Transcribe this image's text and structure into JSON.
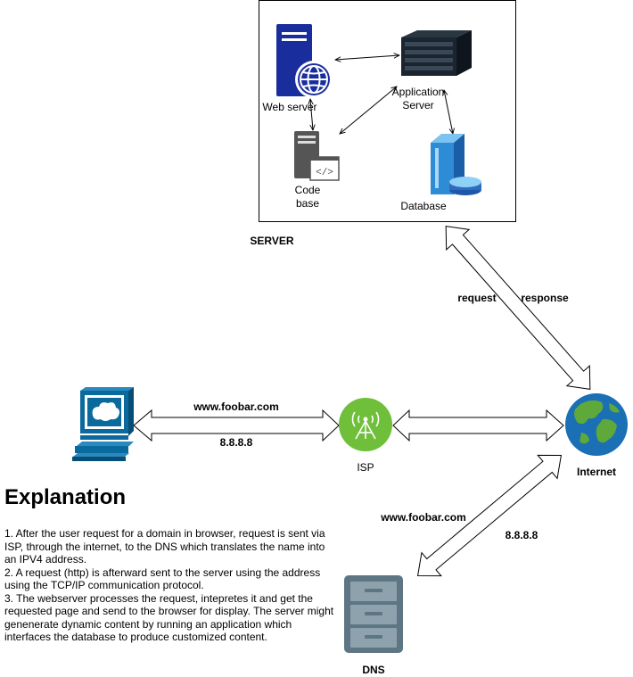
{
  "nodes": {
    "web_server": "Web server",
    "application_server": "Application Server",
    "code_base": "Code base",
    "database": "Database",
    "server_group": "SERVER",
    "isp": "ISP",
    "internet": "Internet",
    "dns": "DNS"
  },
  "edges": {
    "client_isp_top": "www.foobar.com",
    "client_isp_bottom": "8.8.8.8",
    "server_internet_left": "request",
    "server_internet_right": "response",
    "internet_dns_top": "www.foobar.com",
    "internet_dns_bottom": "8.8.8.8"
  },
  "explanation": {
    "title": "Explanation",
    "steps": [
      "1. After the user request for a domain in browser, request is sent via ISP, through the internet, to the DNS which translates the name into an IPV4 address.",
      "2. A request (http) is afterward sent to the server using the address using the TCP/IP communication protocol.",
      "3. The webserver processes the request, intepretes it and get the requested page and send to the browser for display. The server might genenerate dynamic content by running an application which interfaces the database to produce customized content."
    ]
  },
  "colors": {
    "web_server_blue": "#1a2d9c",
    "client_blue": "#0a6a9e",
    "isp_green": "#6fbf3a",
    "globe_blue": "#1b6fb5",
    "globe_green": "#5fa83a",
    "dns_gray": "#5e7684",
    "db_blue": "#2e8bd6"
  },
  "icons": [
    "web-server-icon",
    "globe-icon",
    "application-server-icon",
    "code-base-icon",
    "database-icon",
    "client-computer-icon",
    "isp-tower-icon",
    "internet-globe-icon",
    "dns-cabinet-icon"
  ]
}
